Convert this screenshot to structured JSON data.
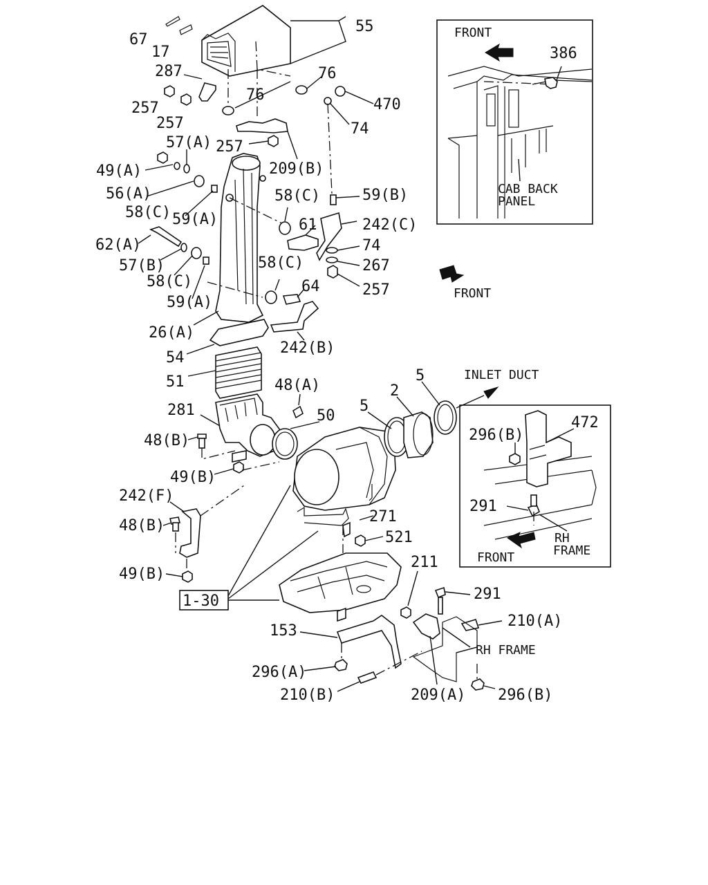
{
  "diagram": {
    "labels": [
      {
        "id": "67",
        "text": "67"
      },
      {
        "id": "17",
        "text": "17"
      },
      {
        "id": "55",
        "text": "55"
      },
      {
        "id": "287",
        "text": "287"
      },
      {
        "id": "76a",
        "text": "76"
      },
      {
        "id": "76b",
        "text": "76"
      },
      {
        "id": "257a",
        "text": "257"
      },
      {
        "id": "257b",
        "text": "257"
      },
      {
        "id": "470",
        "text": "470"
      },
      {
        "id": "74a",
        "text": "74"
      },
      {
        "id": "257c",
        "text": "257"
      },
      {
        "id": "57A",
        "text": "57(A)"
      },
      {
        "id": "209B",
        "text": "209(B)"
      },
      {
        "id": "49A",
        "text": "49(A)"
      },
      {
        "id": "56A",
        "text": "56(A)"
      },
      {
        "id": "58Ca",
        "text": "58(C)"
      },
      {
        "id": "59B",
        "text": "59(B)"
      },
      {
        "id": "58Cb",
        "text": "58(C)"
      },
      {
        "id": "59Aa",
        "text": "59(A)"
      },
      {
        "id": "61",
        "text": "61"
      },
      {
        "id": "242C",
        "text": "242(C)"
      },
      {
        "id": "62A",
        "text": "62(A)"
      },
      {
        "id": "74b",
        "text": "74"
      },
      {
        "id": "57B",
        "text": "57(B)"
      },
      {
        "id": "267",
        "text": "267"
      },
      {
        "id": "58Cc",
        "text": "58(C)"
      },
      {
        "id": "58Cd",
        "text": "58(C)"
      },
      {
        "id": "64",
        "text": "64"
      },
      {
        "id": "257d",
        "text": "257"
      },
      {
        "id": "59Ab",
        "text": "59(A)"
      },
      {
        "id": "26A",
        "text": "26(A)"
      },
      {
        "id": "242B",
        "text": "242(B)"
      },
      {
        "id": "54",
        "text": "54"
      },
      {
        "id": "51",
        "text": "51"
      },
      {
        "id": "48A",
        "text": "48(A)"
      },
      {
        "id": "281",
        "text": "281"
      },
      {
        "id": "50",
        "text": "50"
      },
      {
        "id": "48Ba",
        "text": "48(B)"
      },
      {
        "id": "49Ba",
        "text": "49(B)"
      },
      {
        "id": "242F",
        "text": "242(F)"
      },
      {
        "id": "48Bb",
        "text": "48(B)"
      },
      {
        "id": "49Bb",
        "text": "49(B)"
      },
      {
        "id": "5a",
        "text": "5"
      },
      {
        "id": "2",
        "text": "2"
      },
      {
        "id": "5b",
        "text": "5"
      },
      {
        "id": "271",
        "text": "271"
      },
      {
        "id": "521",
        "text": "521"
      },
      {
        "id": "211",
        "text": "211"
      },
      {
        "id": "291b",
        "text": "291"
      },
      {
        "id": "210A",
        "text": "210(A)"
      },
      {
        "id": "153",
        "text": "153"
      },
      {
        "id": "296A",
        "text": "296(A)"
      },
      {
        "id": "210B",
        "text": "210(B)"
      },
      {
        "id": "209A",
        "text": "209(A)"
      },
      {
        "id": "296Bb",
        "text": "296(B)"
      }
    ],
    "ref_box": "1-30",
    "inlet_duct": "INLET DUCT",
    "front_main": "FRONT",
    "rh_frame_main": "RH FRAME",
    "inset_top": {
      "front": "FRONT",
      "part": "386",
      "panel_line1": "CAB BACK",
      "panel_line2": "PANEL"
    },
    "inset_right": {
      "part_a": "472",
      "part_b": "296(B)",
      "part_c": "291",
      "front": "FRONT",
      "frame_line1": "RH",
      "frame_line2": "FRAME"
    }
  }
}
